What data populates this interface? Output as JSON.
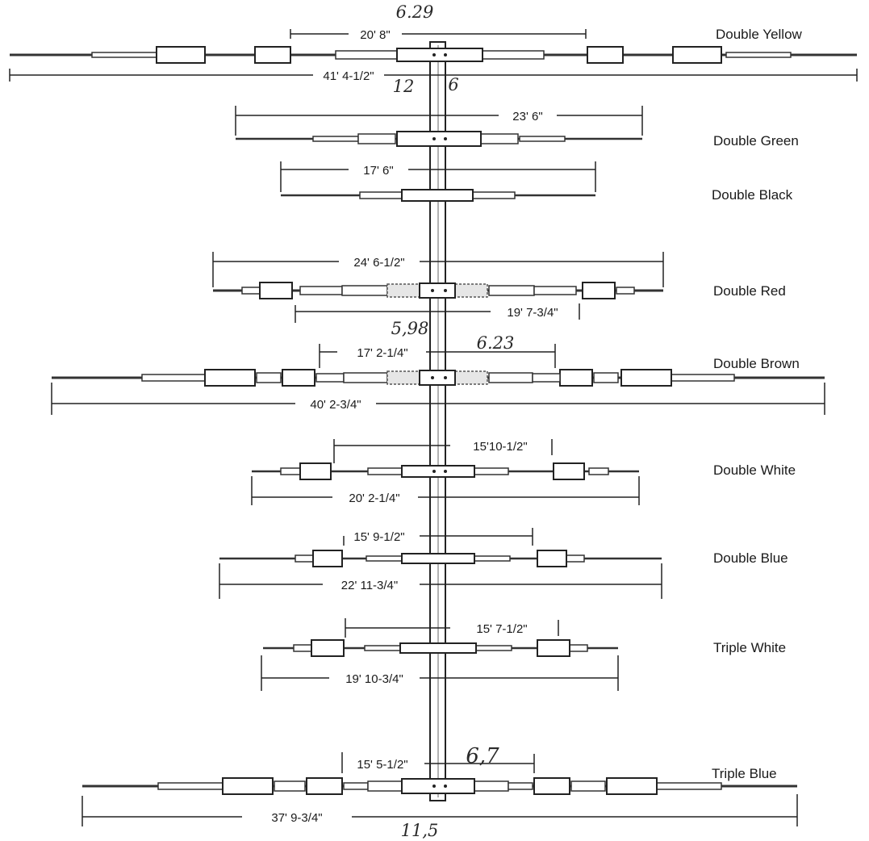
{
  "elements": [
    {
      "name": "Double Yellow",
      "dims": [
        "20' 8\"",
        "41' 4-1/2\""
      ]
    },
    {
      "name": "Double Green",
      "dims": [
        "23' 6\""
      ]
    },
    {
      "name": "Double Black",
      "dims": [
        "17' 6\""
      ]
    },
    {
      "name": "Double Red",
      "dims": [
        "24' 6-1/2\"",
        "19' 7-3/4\""
      ]
    },
    {
      "name": "Double Brown",
      "dims": [
        "17' 2-1/4\"",
        "40' 2-3/4\""
      ]
    },
    {
      "name": "Double White",
      "dims": [
        "15'10-1/2\"",
        "20' 2-1/4\""
      ]
    },
    {
      "name": "Double Blue",
      "dims": [
        "15' 9-1/2\"",
        "22' 11-3/4\""
      ]
    },
    {
      "name": "Triple White",
      "dims": [
        "15' 7-1/2\"",
        "19' 10-3/4\""
      ]
    },
    {
      "name": "Triple Blue",
      "dims": [
        "15' 5-1/2\"",
        "37' 9-3/4\""
      ]
    }
  ],
  "handwritten_notes": [
    "6.29",
    "12",
    "6",
    "5,98",
    "6.23",
    "6,7",
    "11,5"
  ]
}
